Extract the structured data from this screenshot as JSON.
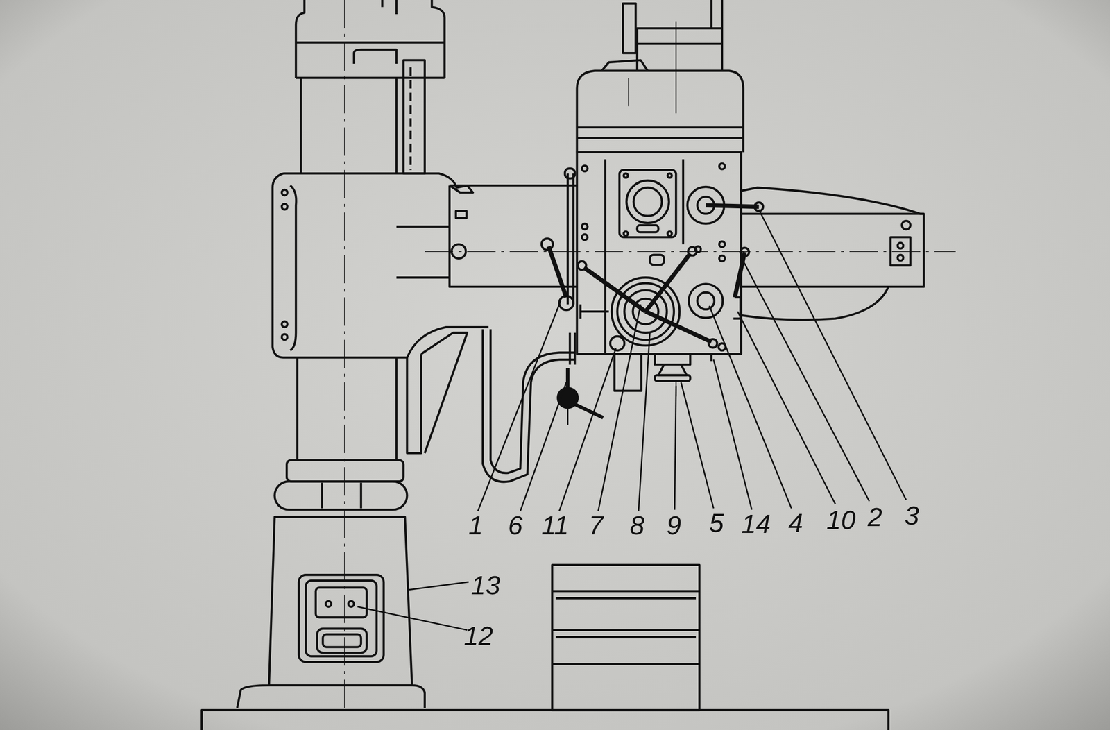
{
  "diagram": {
    "labels": [
      "1",
      "6",
      "11",
      "7",
      "8",
      "9",
      "5",
      "14",
      "4",
      "10",
      "2",
      "3",
      "13",
      "12"
    ]
  }
}
